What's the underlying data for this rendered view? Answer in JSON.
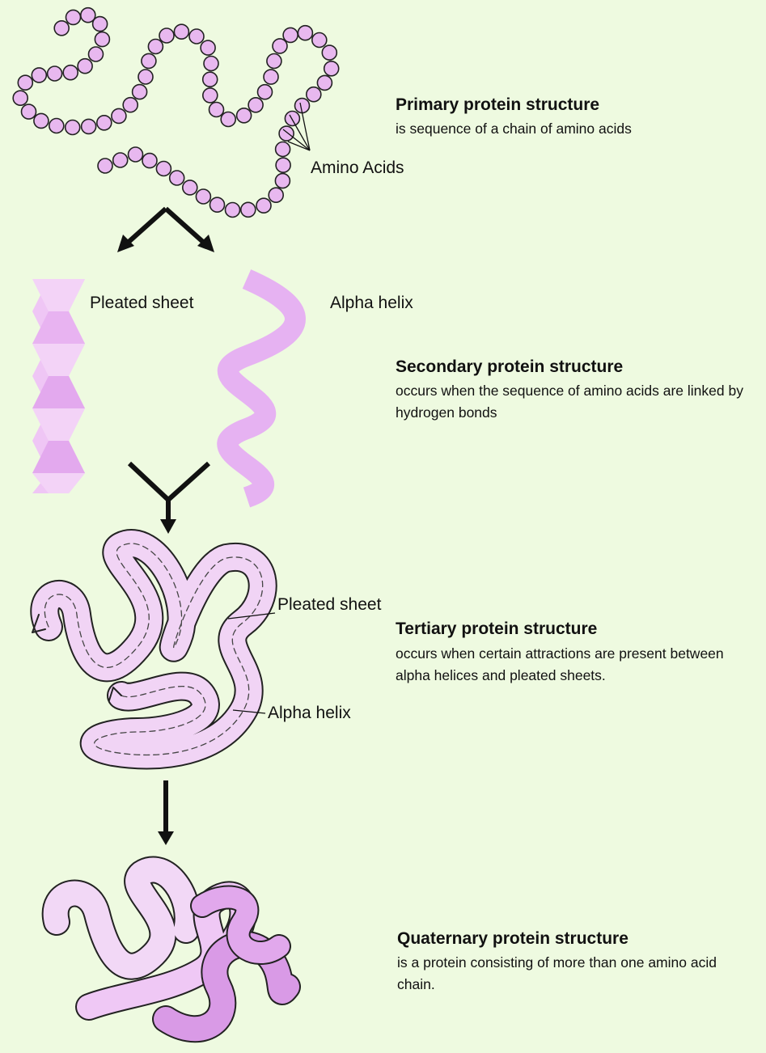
{
  "primary": {
    "title": "Primary protein structure",
    "description": "is sequence of a chain of amino acids",
    "pointer_label": "Amino Acids"
  },
  "secondary": {
    "title": "Secondary protein structure",
    "description": "occurs when the sequence of amino acids are linked by hydrogen bonds",
    "sheet_label": "Pleated sheet",
    "helix_label": "Alpha helix"
  },
  "tertiary": {
    "title": "Tertiary protein structure",
    "description": "occurs when certain attractions are present between alpha helices and pleated sheets.",
    "sheet_label": "Pleated sheet",
    "helix_label": "Alpha helix"
  },
  "quaternary": {
    "title": "Quaternary protein structure",
    "description": "is a protein consisting of more than one amino acid chain."
  },
  "colors": {
    "background": "#eefae0",
    "bead_fill": "#e8b8ef",
    "sheet_fill": "#eab8f2",
    "helix_fill": "#e8b4f3",
    "ribbon_fill": "#f2d6f5",
    "ribbon_dark": "#d99ae6"
  }
}
